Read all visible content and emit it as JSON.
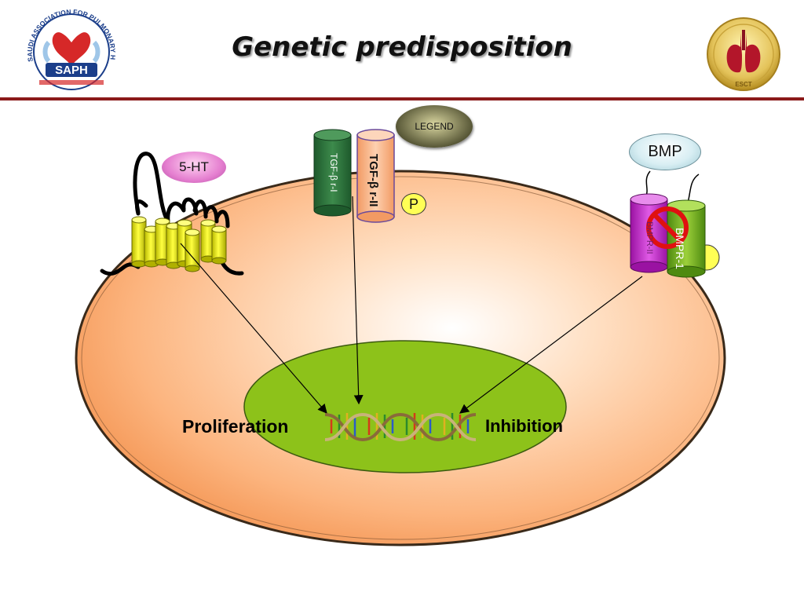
{
  "slide": {
    "title": "Genetic predisposition"
  },
  "logos": {
    "left_text": "SAPH",
    "left_ring_text": "SAUDI ASSOCIATION FOR PULMONARY HYPERTENSION",
    "right_text": "ESCT"
  },
  "labels": {
    "legend": "LEGEND",
    "ht": "5-HT",
    "bmp": "BMP",
    "p": "P",
    "tgf_r1": "TGF-β r-I",
    "tgf_r2": "TGF-β r-II",
    "bmpr2": "BMPR-II",
    "bmpr1": "BMPR-1",
    "proliferation": "Proliferation",
    "inhibition": "Inhibition"
  },
  "colors": {
    "title_rule": "#8b1a1a",
    "cell_fill": "#fcc49a",
    "nucleus_fill": "#8dc21a",
    "receptor_5ht": "#e8e800",
    "tgf_r1": "#2e6e3c",
    "tgf_r2": "#f3a777",
    "bmpr2": "#c026c8",
    "bmpr1": "#7ab21c",
    "prohibit": "#e01010"
  }
}
